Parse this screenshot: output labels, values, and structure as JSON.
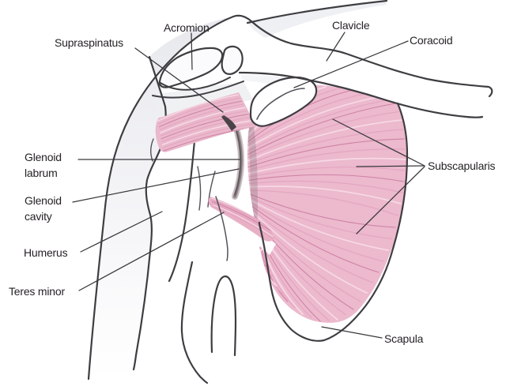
{
  "labels": {
    "acromion": {
      "text": "Acromion"
    },
    "clavicle": {
      "text": "Clavicle"
    },
    "coracoid": {
      "text": "Coracoid"
    },
    "supraspinatus": {
      "text": "Supraspinatus"
    },
    "glenoid_labrum": {
      "text": "Glenoid\nlabrum"
    },
    "glenoid_cavity": {
      "text": "Glenoid\ncavity"
    },
    "humerus": {
      "text": "Humerus"
    },
    "teres_minor": {
      "text": "Teres minor"
    },
    "subscapularis": {
      "text": "Subscapularis"
    },
    "scapula": {
      "text": "Scapula"
    }
  },
  "colors": {
    "outline": "#3f3d42",
    "detail_line": "#55525a",
    "leader": "#3a383c",
    "text": "#262226",
    "muscle_base": "#ecb9cd",
    "tendon_base": "#eab8cb",
    "teres_base": "#e8afc5",
    "fiber_light": "#f6d9e4",
    "fiber_mid": "#e3a4be",
    "fiber_dark": "#cf82a5",
    "labrum_outer": "#c9bfc3",
    "labrum_mid": "#8d8187",
    "labrum_dark": "#5f565c",
    "bone_shade": "#edeef1"
  }
}
